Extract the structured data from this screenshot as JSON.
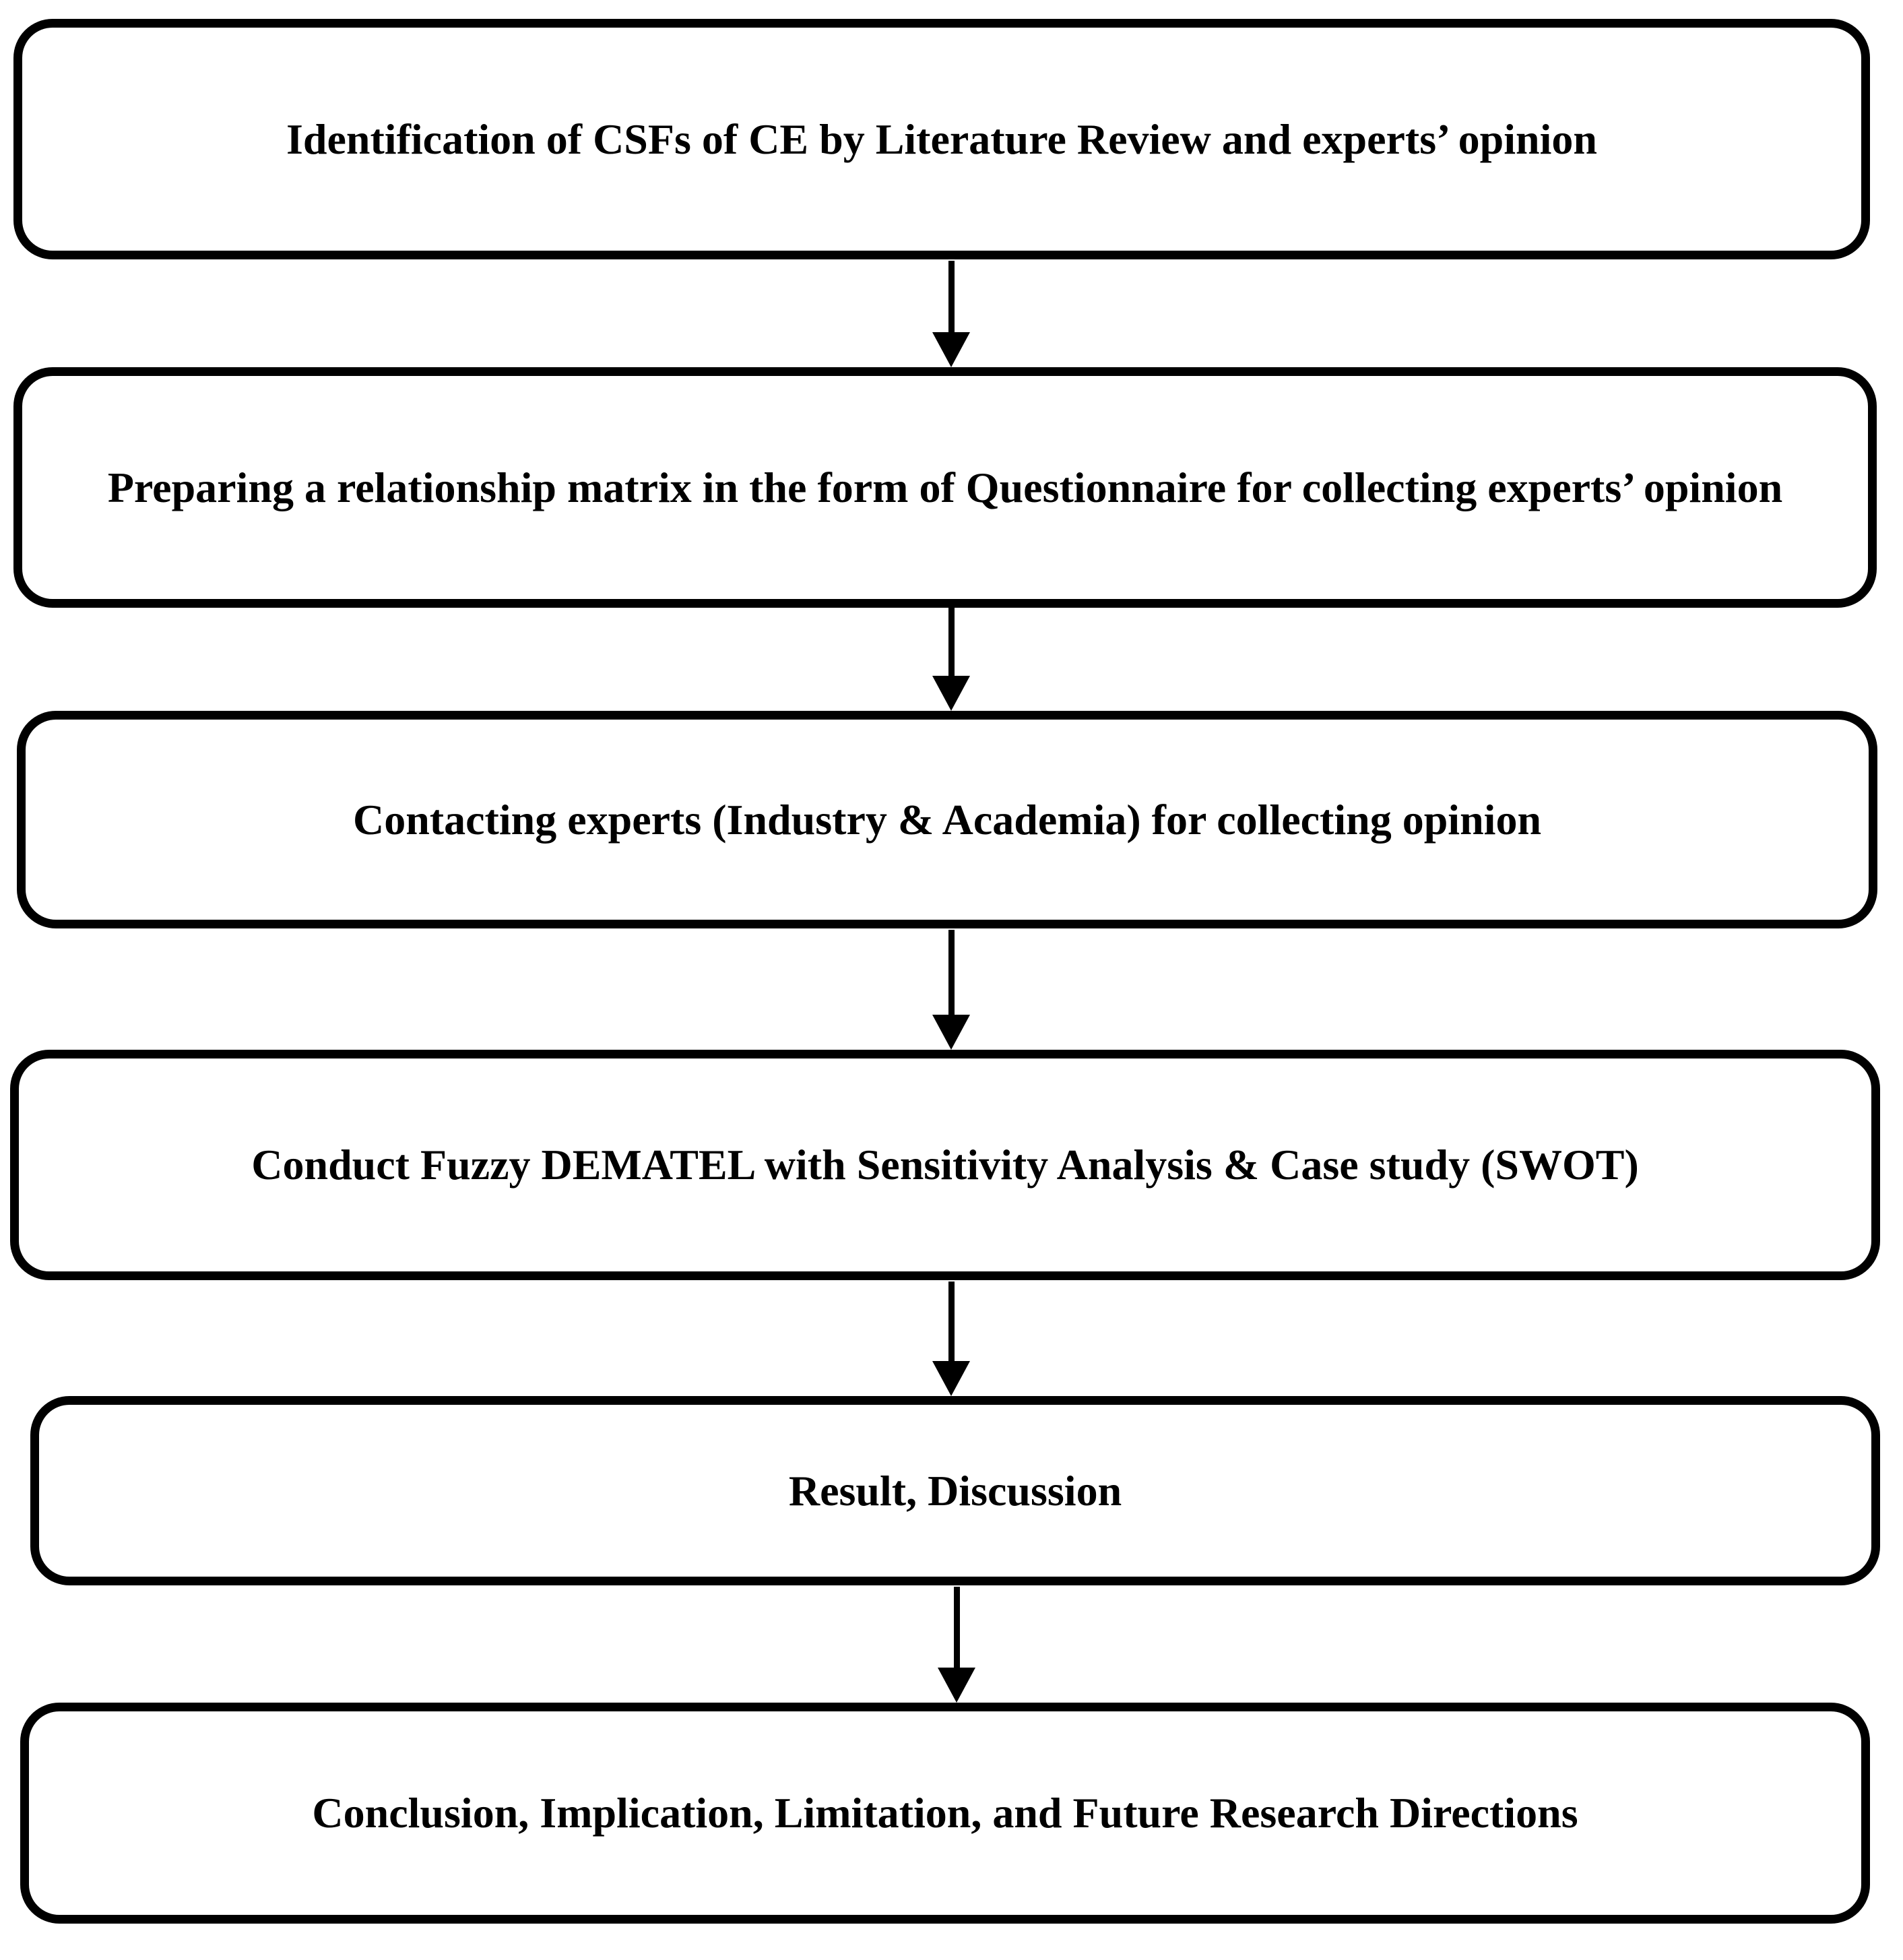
{
  "flowchart": {
    "type": "flowchart",
    "direction": "top-to-bottom",
    "colors": {
      "background": "#ffffff",
      "box_fill": "#ffffff",
      "box_border": "#000000",
      "text": "#000000",
      "arrow": "#000000"
    },
    "connector_icon": "arrow-down-icon",
    "steps": [
      {
        "label": "Identification of CSFs of CE by Literature Review and experts’ opinion"
      },
      {
        "label": "Preparing a relationship matrix in the form of Questionnaire for collecting experts’ opinion"
      },
      {
        "label": "Contacting experts (Industry & Academia) for collecting opinion"
      },
      {
        "label": "Conduct Fuzzy DEMATEL with Sensitivity Analysis & Case study (SWOT)"
      },
      {
        "label": "Result, Discussion"
      },
      {
        "label": "Conclusion, Implication, Limitation, and Future Research Directions"
      }
    ]
  }
}
